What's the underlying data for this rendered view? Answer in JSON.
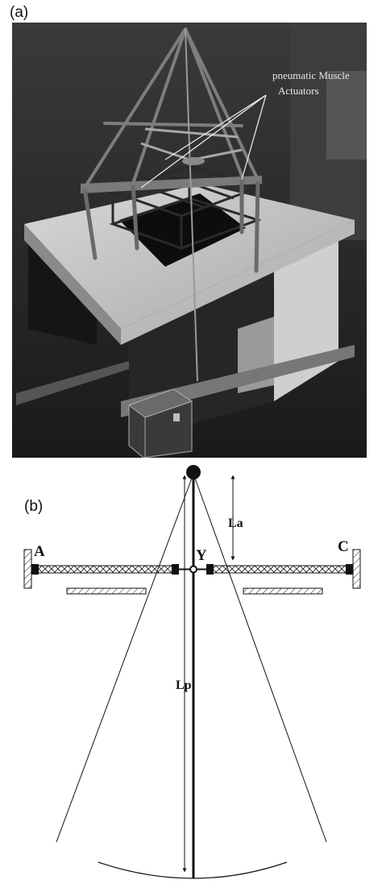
{
  "panels": {
    "a": {
      "label": "(a)",
      "annotation_line1": "pneumatic Muscle",
      "annotation_line2": "Actuators"
    },
    "b": {
      "label": "(b)",
      "point_a": "A",
      "point_y": "Y",
      "point_c": "C",
      "length_arm": "La",
      "length_pendulum": "Lp"
    }
  },
  "colors": {
    "photo_bg": "#2a2a2a",
    "table_top": "#c9c9c9",
    "frame": "#6a6a6a",
    "diagram_ink": "#111111"
  }
}
